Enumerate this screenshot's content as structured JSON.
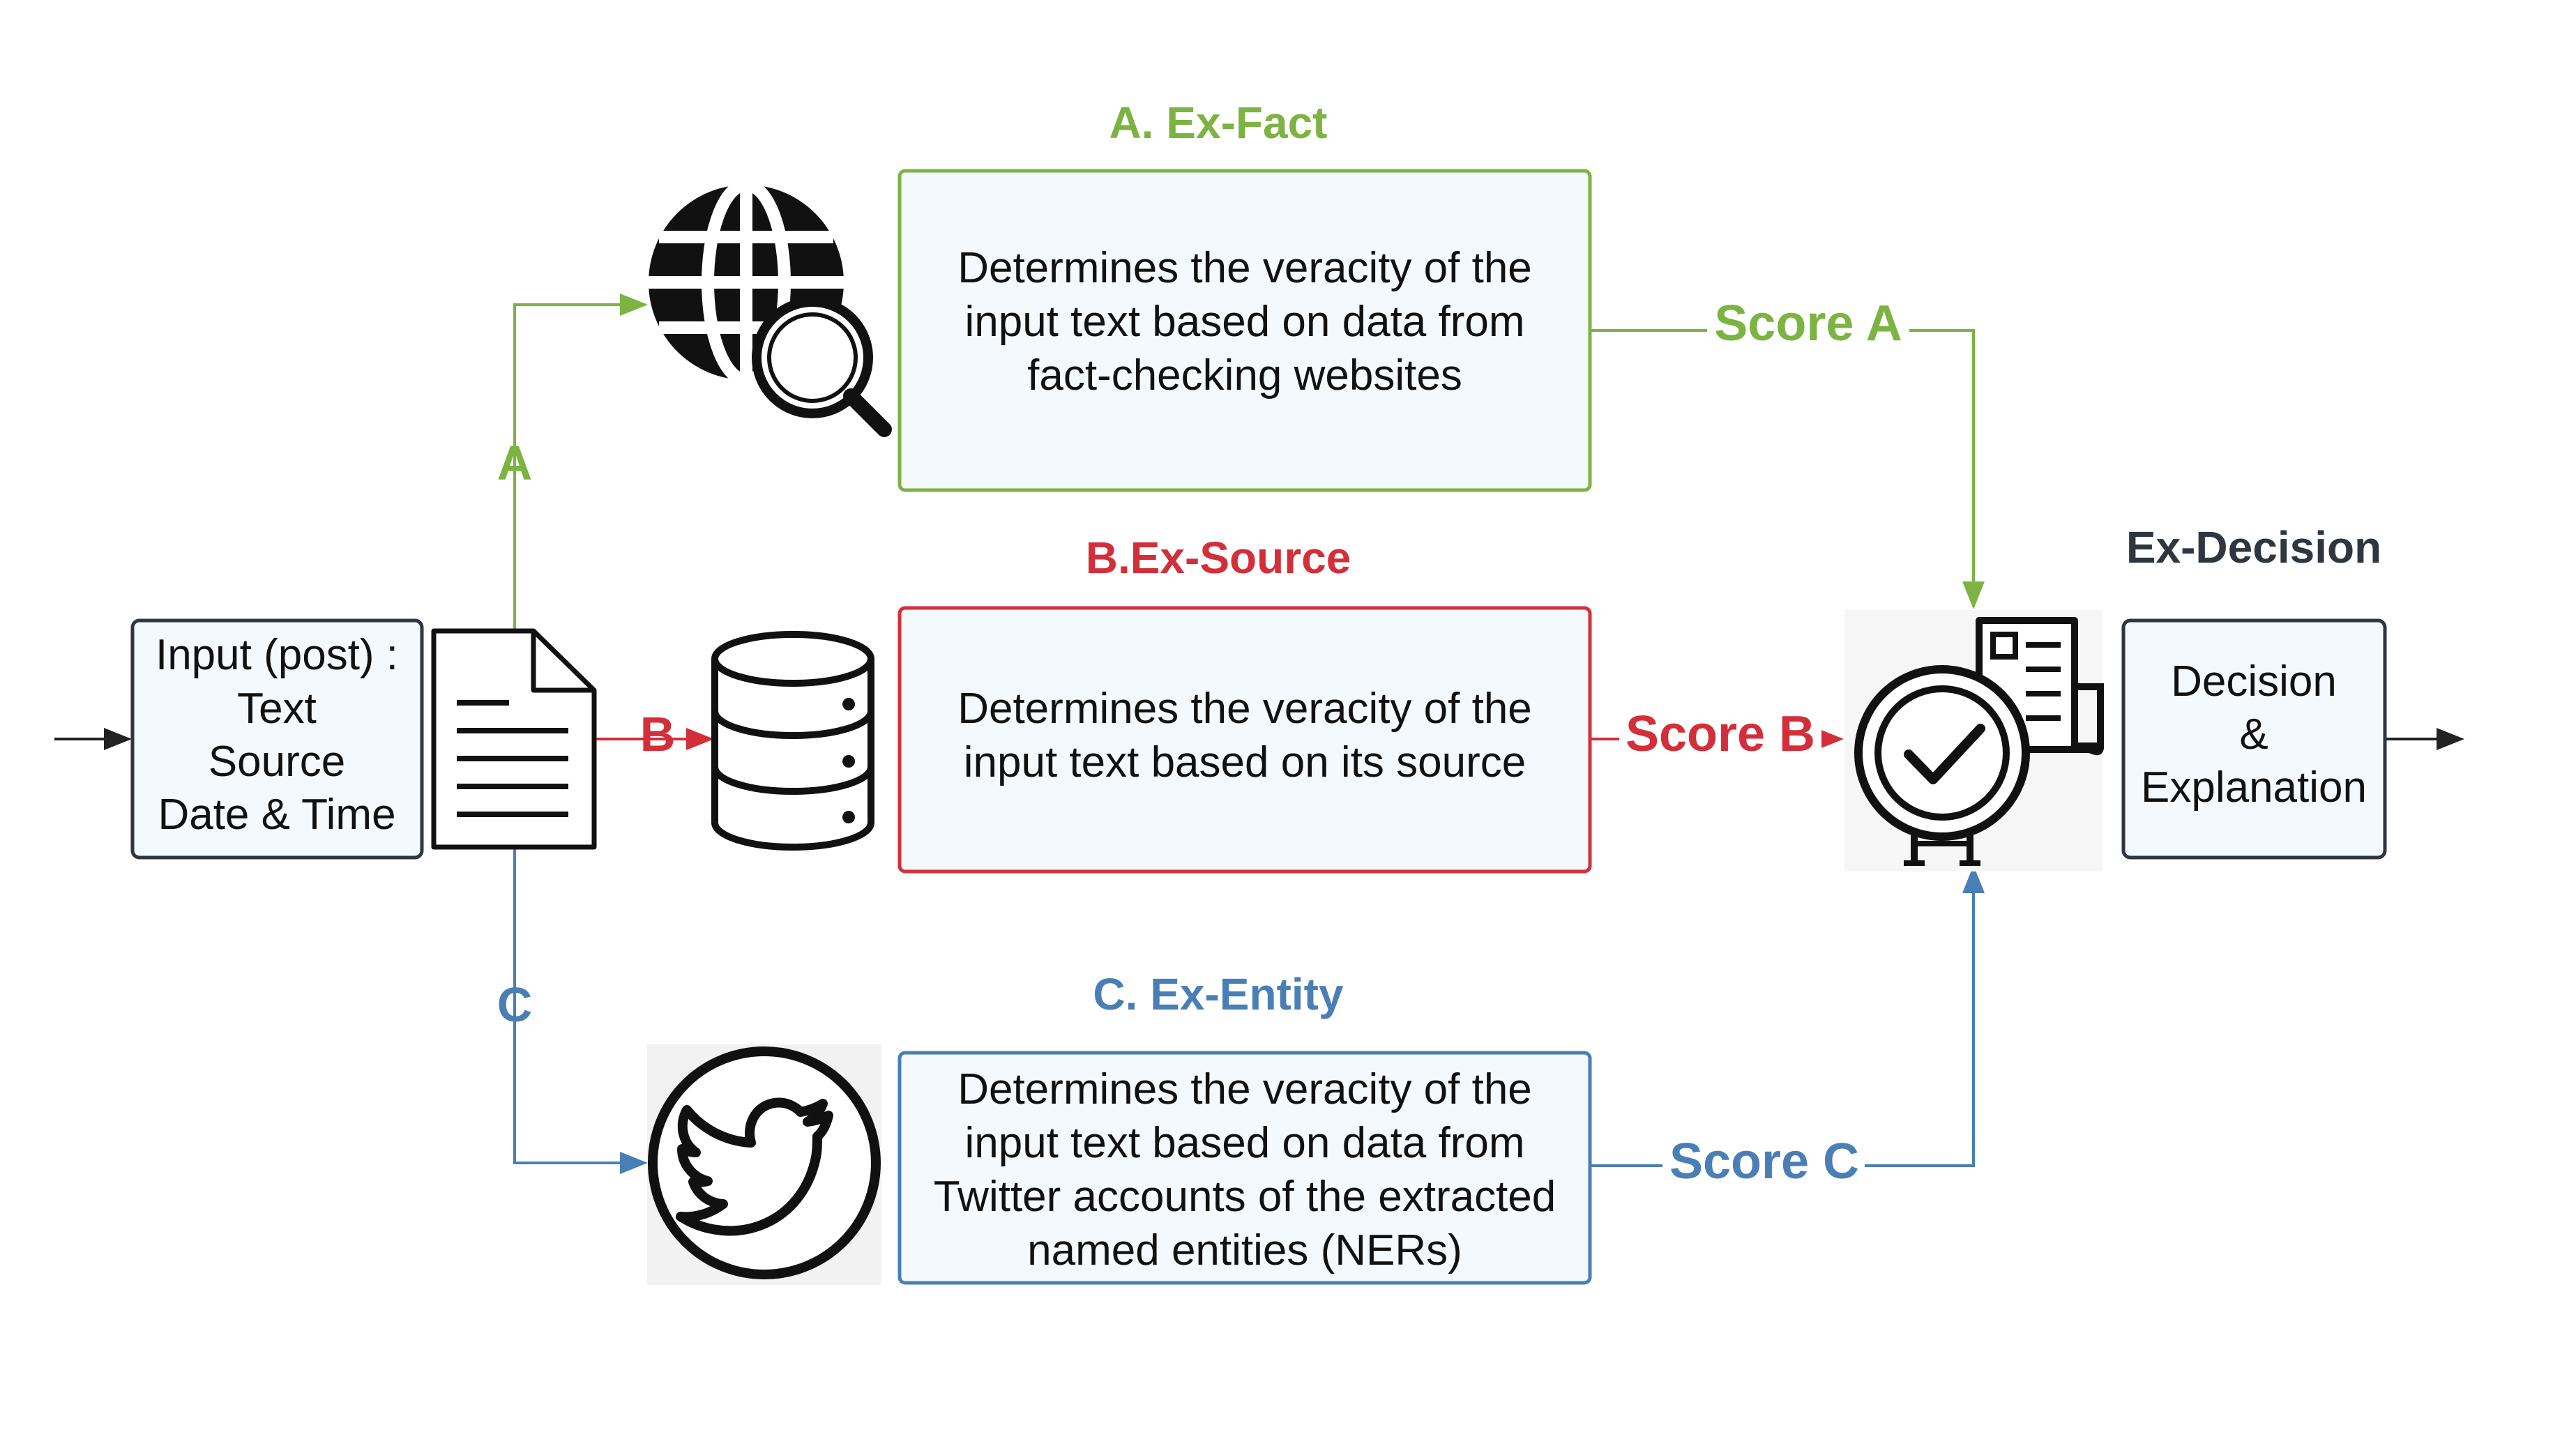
{
  "colors": {
    "green": "#7cb342",
    "red": "#d32f3a",
    "blue": "#4a7fb5",
    "dark": "#2f3640",
    "box_fill": "#f3f9fd"
  },
  "input": {
    "lines": [
      "Input (post) :",
      "Text",
      "Source",
      "Date & Time"
    ],
    "icon": "document-icon"
  },
  "branches": {
    "a": {
      "label": "A",
      "title": "A. Ex-Fact",
      "icon": "globe-search-icon",
      "desc": [
        "Determines the veracity of the",
        "input text based on data from",
        "fact-checking websites"
      ],
      "score": "Score A"
    },
    "b": {
      "label": "B",
      "title": "B.Ex-Source",
      "icon": "database-icon",
      "desc": [
        "Determines the veracity of the",
        "input text based on its source"
      ],
      "score": "Score B"
    },
    "c": {
      "label": "C",
      "title": "C. Ex-Entity",
      "icon": "twitter-bird-icon",
      "desc": [
        "Determines the veracity of the",
        "input text based on data from",
        "Twitter accounts of the extracted",
        "named entities (NERs)"
      ],
      "score": "Score C"
    }
  },
  "decision": {
    "title": "Ex-Decision",
    "icon": "verified-document-icon",
    "lines": [
      "Decision",
      "&",
      "Explanation"
    ]
  }
}
